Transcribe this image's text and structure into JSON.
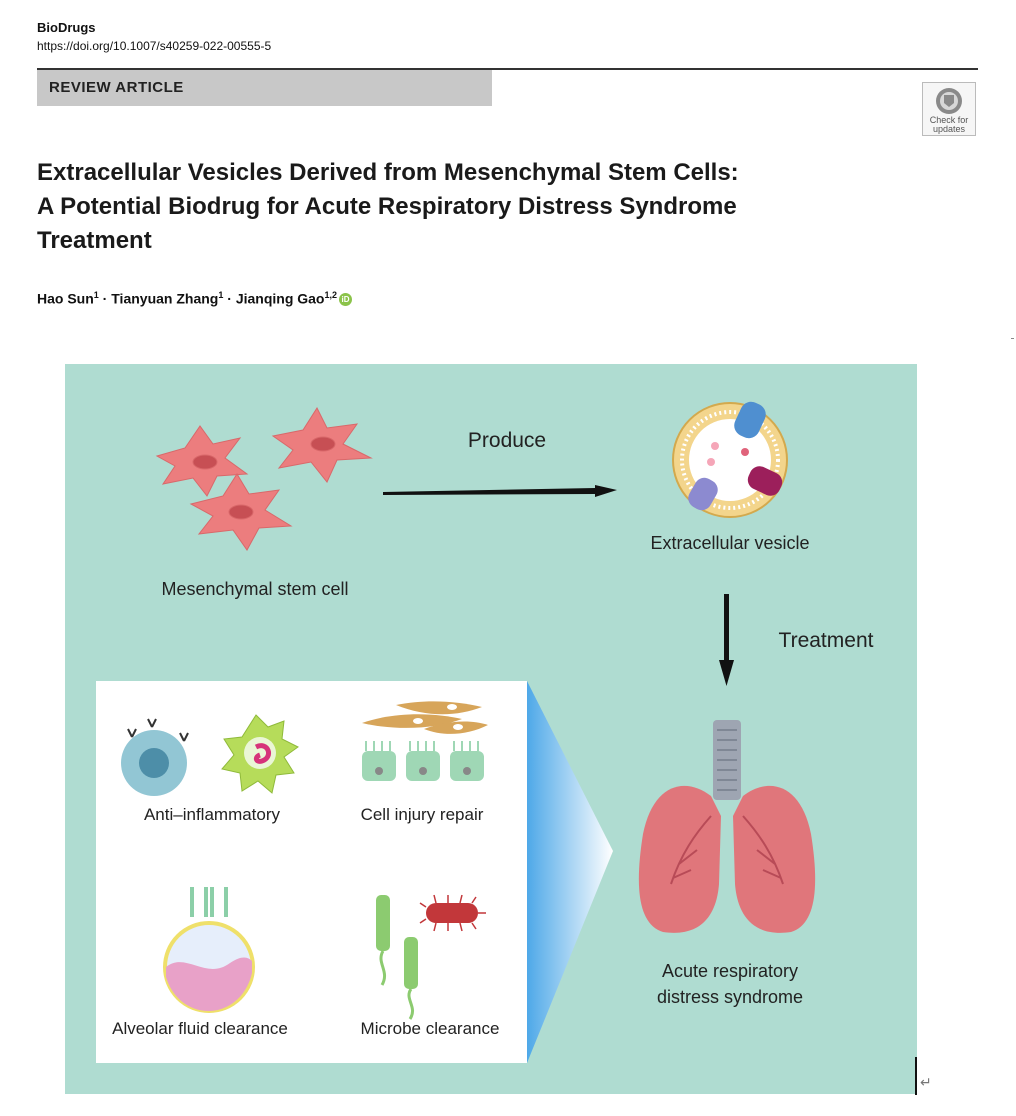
{
  "header": {
    "journal": "BioDrugs",
    "doi": "https://doi.org/10.1007/s40259-022-00555-5",
    "article_type": "REVIEW ARTICLE",
    "badge_line1": "Check for",
    "badge_line2": "updates"
  },
  "title_lines": [
    "Extracellular Vesicles Derived from Mesenchymal Stem Cells:",
    "A Potential Biodrug for Acute Respiratory Distress Syndrome",
    "Treatment"
  ],
  "authors": [
    {
      "name": "Hao Sun",
      "sup": "1"
    },
    {
      "name": "Tianyuan Zhang",
      "sup": "1"
    },
    {
      "name": "Jianqing Gao",
      "sup": "1,2"
    }
  ],
  "author_separator": " · ",
  "figure": {
    "msc_label": "Mesenchymal stem cell",
    "produce_label": "Produce",
    "ev_label": "Extracellular vesicle",
    "treatment_label": "Treatment",
    "ards_line1": "Acute respiratory",
    "ards_line2": "distress syndrome",
    "effects": [
      "Anti–inflammatory",
      "Cell injury repair",
      "Alveolar fluid clearance",
      "Microbe clearance"
    ],
    "colors": {
      "panel_bg": "#afdcd1",
      "msc_cell": "#ec7d7e",
      "lung": "#e0767b",
      "trachea": "#9ea5b2"
    }
  }
}
